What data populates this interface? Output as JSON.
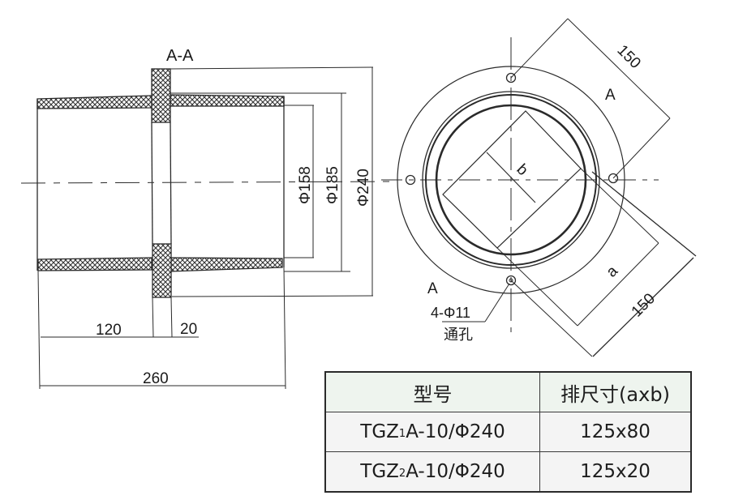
{
  "section_view": {
    "title": "A-A",
    "dimensions": {
      "inner_dia": "Φ158",
      "outer_dia": "Φ185",
      "flange_dia": "Φ240",
      "left_length": "120",
      "flange_thickness": "20",
      "total_length": "260"
    }
  },
  "end_view": {
    "section_marker_top": "A",
    "section_marker_bottom": "A",
    "top_dimension": "150",
    "right_dimension": "150",
    "busbar_width_label": "b",
    "busbar_length_label": "a",
    "hole_spec": "4-Φ11",
    "hole_note": "通孔"
  },
  "spec_table": {
    "headers": [
      "型号",
      "排尺寸(axb)"
    ],
    "rows": [
      {
        "model_prefix": "TGZ",
        "model_index": "1",
        "model_suffix": "A-10/Φ240",
        "size": "125x80"
      },
      {
        "model_prefix": "TGZ",
        "model_index": "2",
        "model_suffix": "A-10/Φ240",
        "size": "125x20"
      }
    ]
  },
  "colors": {
    "line": "#2a2a2a",
    "header_bg": "#eef4ee",
    "table_bg": "#f4f4f4"
  }
}
